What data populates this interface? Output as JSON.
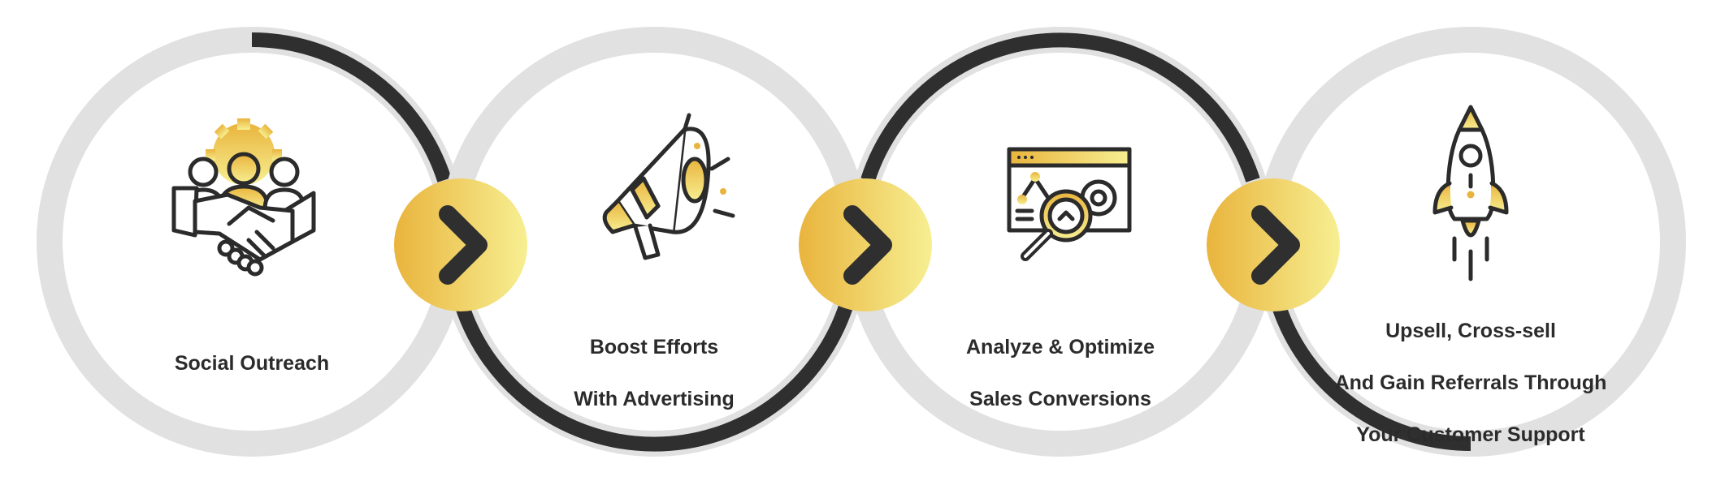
{
  "colors": {
    "ring_dark": "#2f2f2f",
    "ring_light": "#e1e1e1",
    "gold_start": "#e9b43d",
    "gold_end": "#f7ef92",
    "icon_stroke": "#2b2b2b",
    "text": "#2b2b2b"
  },
  "steps": [
    {
      "icon": "handshake-team-icon",
      "label_lines": [
        "Social Outreach"
      ]
    },
    {
      "icon": "megaphone-icon",
      "label_lines": [
        "Boost Efforts",
        "With Advertising"
      ]
    },
    {
      "icon": "analytics-magnifier-icon",
      "label_lines": [
        "Analyze & Optimize",
        "Sales Conversions"
      ]
    },
    {
      "icon": "rocket-icon",
      "label_lines": [
        "Upsell, Cross-sell",
        "And Gain Referrals Through",
        "Your Customer Support"
      ]
    }
  ],
  "connectors": [
    {
      "icon": "chevron-right-icon"
    },
    {
      "icon": "chevron-right-icon"
    },
    {
      "icon": "chevron-right-icon"
    }
  ]
}
